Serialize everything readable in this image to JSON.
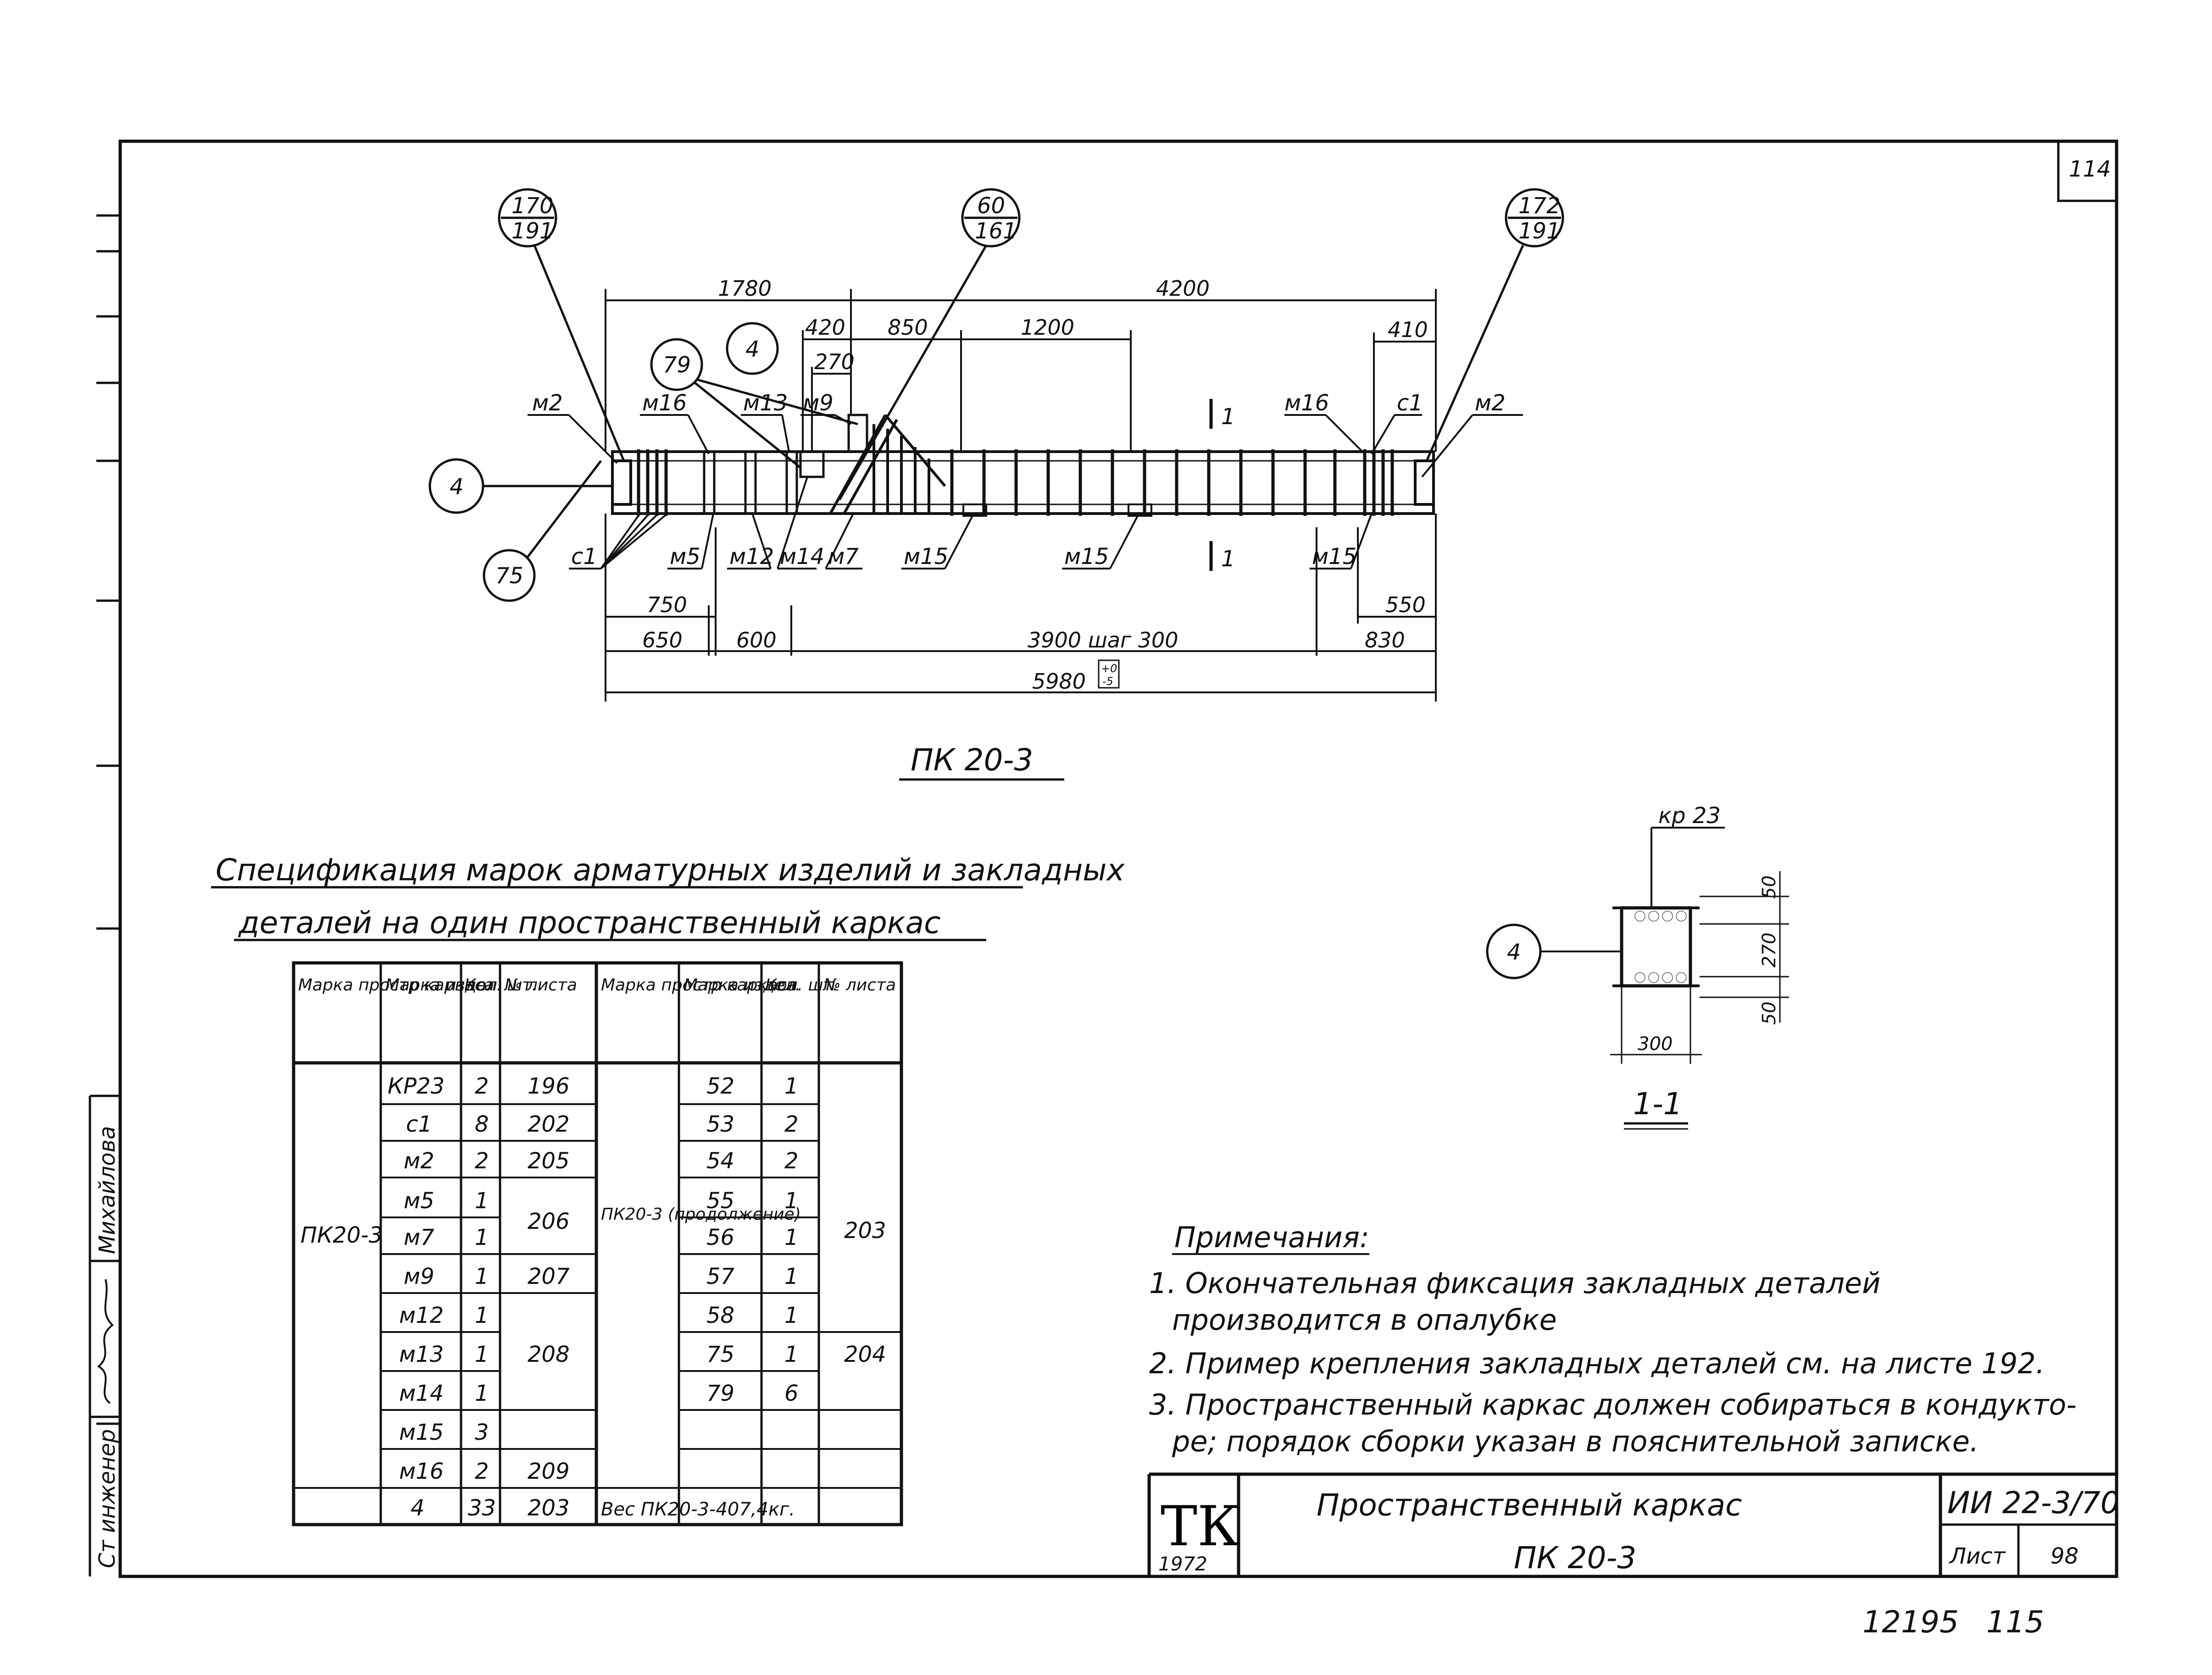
{
  "sheet_corner": "114",
  "balloons": {
    "top_left": {
      "top": "170",
      "bottom": "191"
    },
    "top_mid": {
      "top": "60",
      "bottom": "161"
    },
    "top_right": {
      "top": "172",
      "bottom": "191"
    },
    "b79": "79",
    "b4_top": "4",
    "b4_left": "4",
    "b75": "75",
    "b4_section": "4"
  },
  "top_dims": [
    "1780",
    "4200",
    "420",
    "850",
    "1200",
    "270",
    "410"
  ],
  "bottom_dims": [
    "750",
    "650",
    "600",
    "3900 шаг 300",
    "550",
    "830",
    "5980"
  ],
  "tolerance": {
    "plus": "+0",
    "minus": "-5"
  },
  "section_marks": {
    "top": "1",
    "bottom": "1"
  },
  "marks_top": [
    "м2",
    "м16",
    "м13",
    "м9",
    "м16",
    "с1",
    "м2"
  ],
  "marks_bottom": [
    "с1",
    "м5",
    "м12",
    "м14",
    "м7",
    "м15",
    "м15",
    "м15"
  ],
  "drawing_title": "ПК 20-3",
  "section": {
    "title": "1-1",
    "label_top": "кр 23",
    "dims": [
      "50",
      "270",
      "50",
      "300"
    ]
  },
  "spec": {
    "title_line1": "Спецификация марок арматурных изделий и закладных",
    "title_line2": "деталей на один пространственный каркас",
    "headers": [
      "Марка простр каркаса",
      "Марка издел.",
      "Кол. шт.",
      "№ листа",
      "Марка простр каркаса",
      "Марка издел.",
      "Кол. шт.",
      "№ листа"
    ],
    "left_group": "ПК20-3",
    "right_group": "ПК20-3 (продолжение)",
    "left_rows": [
      [
        "КР23",
        "2",
        "196"
      ],
      [
        "с1",
        "8",
        "202"
      ],
      [
        "м2",
        "2",
        "205"
      ],
      [
        "м5",
        "1",
        "206"
      ],
      [
        "м7",
        "1",
        ""
      ],
      [
        "м9",
        "1",
        "207"
      ],
      [
        "м12",
        "1",
        "208"
      ],
      [
        "м13",
        "1",
        ""
      ],
      [
        "м14",
        "1",
        ""
      ],
      [
        "м15",
        "3",
        ""
      ],
      [
        "м16",
        "2",
        "209"
      ],
      [
        "4",
        "33",
        "203"
      ]
    ],
    "right_rows": [
      [
        "52",
        "1"
      ],
      [
        "53",
        "2"
      ],
      [
        "54",
        "2"
      ],
      [
        "55",
        "1"
      ],
      [
        "56",
        "1"
      ],
      [
        "57",
        "1"
      ],
      [
        "58",
        "1"
      ],
      [
        "75",
        "1"
      ],
      [
        "79",
        "6"
      ],
      [
        "",
        ""
      ],
      [
        "",
        ""
      ]
    ],
    "right_sheets": [
      "203",
      "204"
    ],
    "weight": "Вес ПК20-3-407,4кг."
  },
  "notes": {
    "heading": "Примечания:",
    "lines": [
      "1. Окончательная фиксация закладных деталей",
      "производится в опалубке",
      "2. Пример крепления закладных деталей см. на листе 192.",
      "3. Пространственный каркас должен собираться в кондукто-",
      "ре; порядок сборки указан в пояснительной записке."
    ]
  },
  "stamp": {
    "logo": "ТК",
    "year": "1972",
    "title": "Пространственный каркас",
    "subtitle": "ПК 20-3",
    "code": "ИИ 22-3/70",
    "sheet_label": "Лист",
    "sheet_no": "98"
  },
  "side_strip": {
    "role": "Ст инженер",
    "name": "Михайлова"
  },
  "footer": {
    "num1": "12195",
    "num2": "115"
  }
}
